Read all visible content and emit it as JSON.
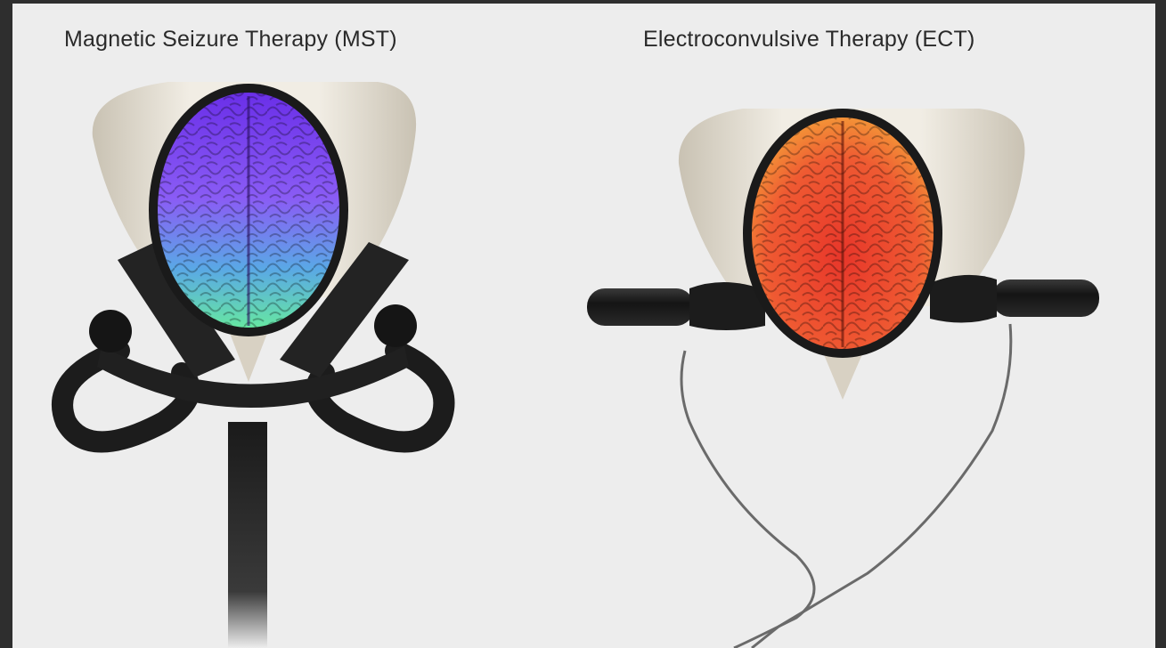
{
  "panels": {
    "left": {
      "caption": "Magnetic Seizure Therapy (MST)",
      "icon": "mst-coil-head-illustration"
    },
    "right": {
      "caption": "Electroconvulsive Therapy (ECT)",
      "icon": "ect-electrode-head-illustration"
    }
  },
  "colors": {
    "background": "#ededed",
    "frame": "#2e2e2e",
    "mst_brain_top": "#7a3cf0",
    "mst_brain_bottom": "#5ee0a0",
    "ect_brain_top": "#f6b13a",
    "ect_brain_center": "#ee4a2e",
    "device": "#1f1f1f",
    "head_shell": "#e2dccf"
  }
}
